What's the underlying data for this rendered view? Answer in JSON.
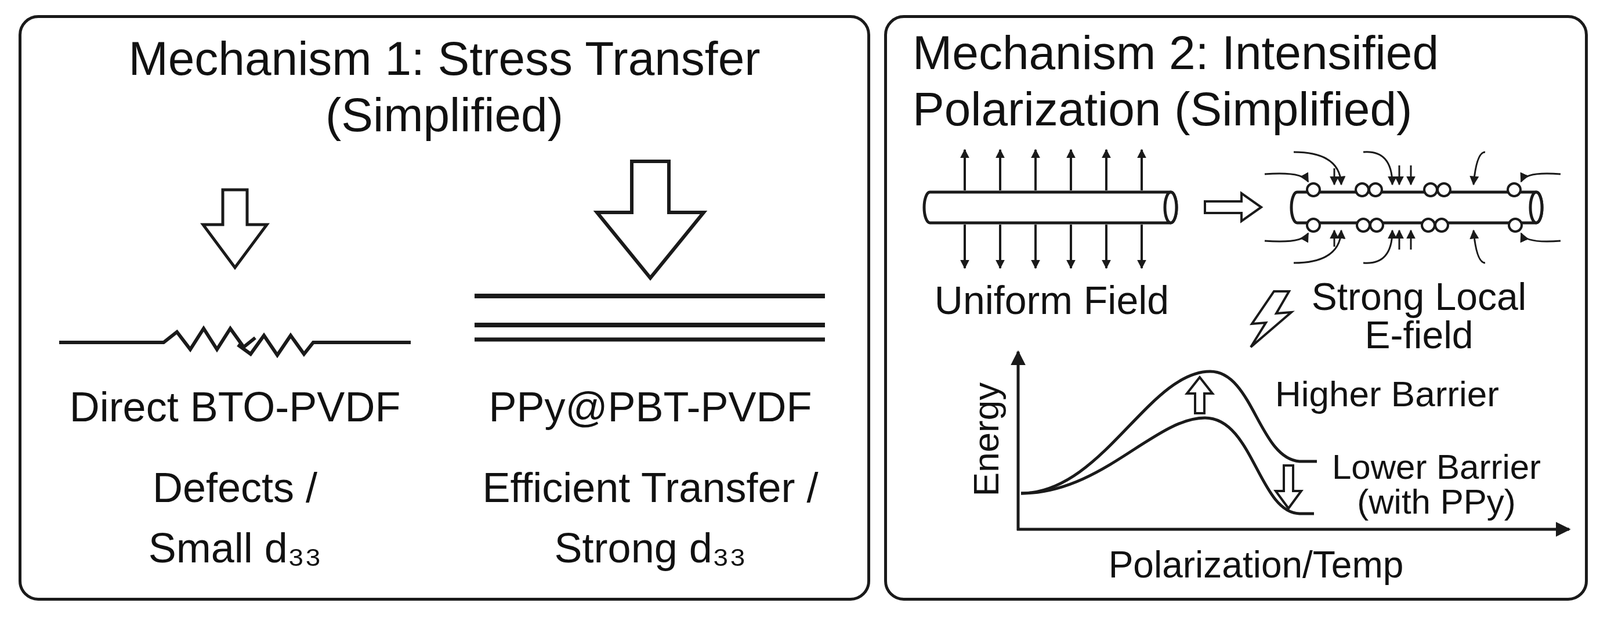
{
  "diagram": {
    "nodes": [
      {
        "text": [
          "Mechanism 1: Stress Transfer (Simplified)"
        ]
      },
      {
        "text": [
          "Mechanism 2: Intensified Polarization (Simplified)"
        ]
      }
    ],
    "labels": [
      "Direct BTO-PVDF",
      "Defects / Small d₃₃",
      "PPy@PBT-PVDF",
      "Efficient Transfer / Strong d₃₃",
      "Uniform Field",
      "Strong Local E-field",
      "Energy",
      "Higher Barrier",
      "Lower Barrier (with PPy)",
      "Polarization/Temp"
    ]
  }
}
